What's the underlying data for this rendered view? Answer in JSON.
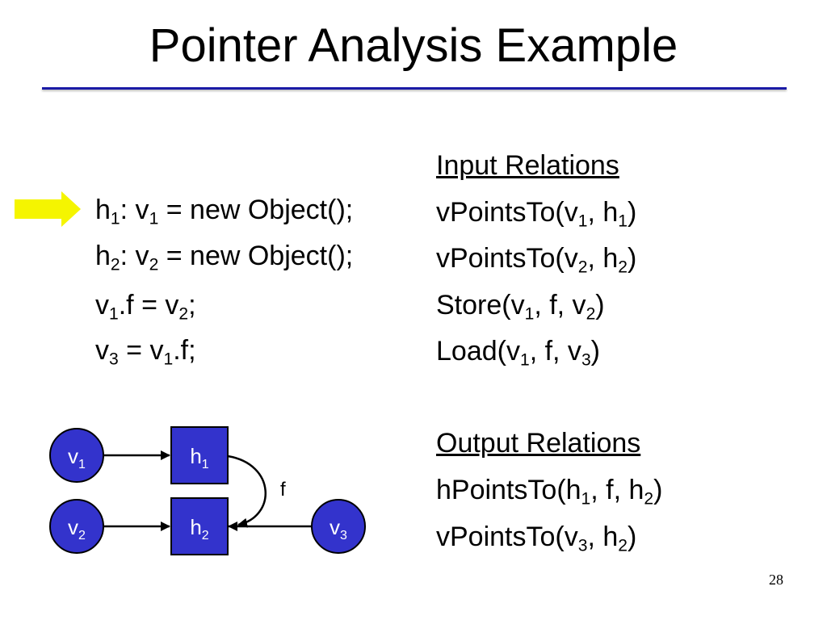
{
  "slide": {
    "title": "Pointer Analysis Example",
    "page_number": "28"
  },
  "code": [
    [
      {
        "t": "h"
      },
      {
        "s": "1"
      },
      {
        "t": ": v"
      },
      {
        "s": "1"
      },
      {
        "t": " = new Object();"
      }
    ],
    [
      {
        "t": "h"
      },
      {
        "s": "2"
      },
      {
        "t": ": v"
      },
      {
        "s": "2"
      },
      {
        "t": " = new Object();"
      }
    ],
    [
      {
        "t": "v"
      },
      {
        "s": "1"
      },
      {
        "t": ".f = v"
      },
      {
        "s": "2"
      },
      {
        "t": ";"
      }
    ],
    [
      {
        "t": "v"
      },
      {
        "s": "3"
      },
      {
        "t": " = v"
      },
      {
        "s": "1"
      },
      {
        "t": ".f;"
      }
    ]
  ],
  "input_relations": {
    "heading": "Input Relations",
    "items": [
      [
        {
          "t": "vPointsTo(v"
        },
        {
          "s": "1"
        },
        {
          "t": ", h"
        },
        {
          "s": "1"
        },
        {
          "t": ")"
        }
      ],
      [
        {
          "t": "vPointsTo(v"
        },
        {
          "s": "2"
        },
        {
          "t": ", h"
        },
        {
          "s": "2"
        },
        {
          "t": ")"
        }
      ],
      [
        {
          "t": "Store(v"
        },
        {
          "s": "1"
        },
        {
          "t": ", f, v"
        },
        {
          "s": "2"
        },
        {
          "t": ")"
        }
      ],
      [
        {
          "t": "Load(v"
        },
        {
          "s": "1"
        },
        {
          "t": ", f, v"
        },
        {
          "s": "3"
        },
        {
          "t": ")"
        }
      ]
    ]
  },
  "output_relations": {
    "heading": "Output Relations",
    "items": [
      [
        {
          "t": "hPointsTo(h"
        },
        {
          "s": "1"
        },
        {
          "t": ", f, h"
        },
        {
          "s": "2"
        },
        {
          "t": ")"
        }
      ],
      [
        {
          "t": "vPointsTo(v"
        },
        {
          "s": "3"
        },
        {
          "t": ", h"
        },
        {
          "s": "2"
        },
        {
          "t": ")"
        }
      ]
    ]
  },
  "diagram": {
    "node_fill": "#3333cc",
    "arrow_color": "#f5f500",
    "edge_label": "f",
    "nodes": {
      "v1": {
        "base": "v",
        "sub": "1"
      },
      "v2": {
        "base": "v",
        "sub": "2"
      },
      "v3": {
        "base": "v",
        "sub": "3"
      },
      "h1": {
        "base": "h",
        "sub": "1"
      },
      "h2": {
        "base": "h",
        "sub": "2"
      }
    }
  }
}
